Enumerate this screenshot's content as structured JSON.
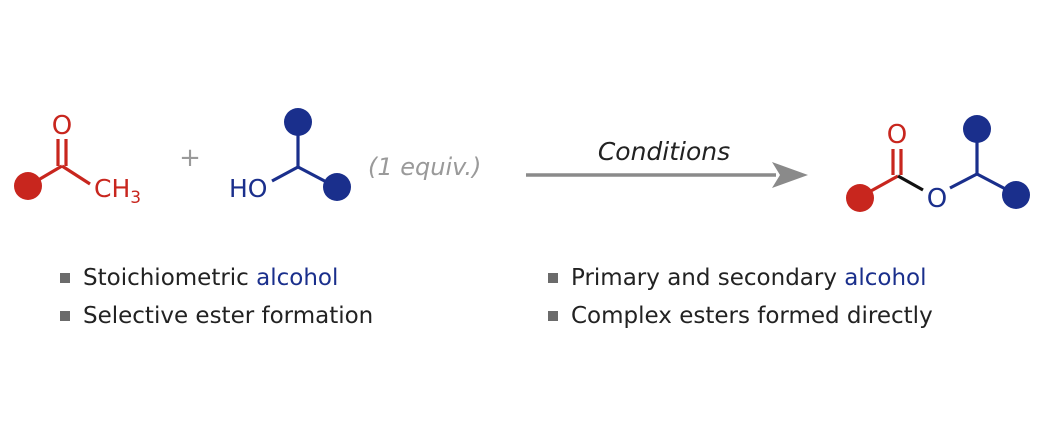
{
  "colors": {
    "red": "#c8261e",
    "blue": "#1a2f8c",
    "arrow": "#8a8a8a",
    "bullet": "#6b6b6b",
    "text": "#222222",
    "condition_text": "#9a9a9a"
  },
  "scheme": {
    "reactant1": {
      "carbonyl_o": "O",
      "methyl": "CH",
      "methyl_sub": "3"
    },
    "plus": "+",
    "reactant2": {
      "hydroxyl": "HO",
      "equiv": "(1 equiv.)"
    },
    "arrow": {
      "label": "Conditions"
    },
    "product": {
      "carbonyl_o": "O",
      "ester_o": "O"
    }
  },
  "bullets_left": [
    {
      "plain": "Stoichiometric ",
      "highlight": "alcohol"
    },
    {
      "plain": "Selective ester formation",
      "highlight": ""
    }
  ],
  "bullets_right": [
    {
      "plain": "Primary and secondary ",
      "highlight": "alcohol"
    },
    {
      "plain": "Complex esters formed directly",
      "highlight": ""
    }
  ]
}
